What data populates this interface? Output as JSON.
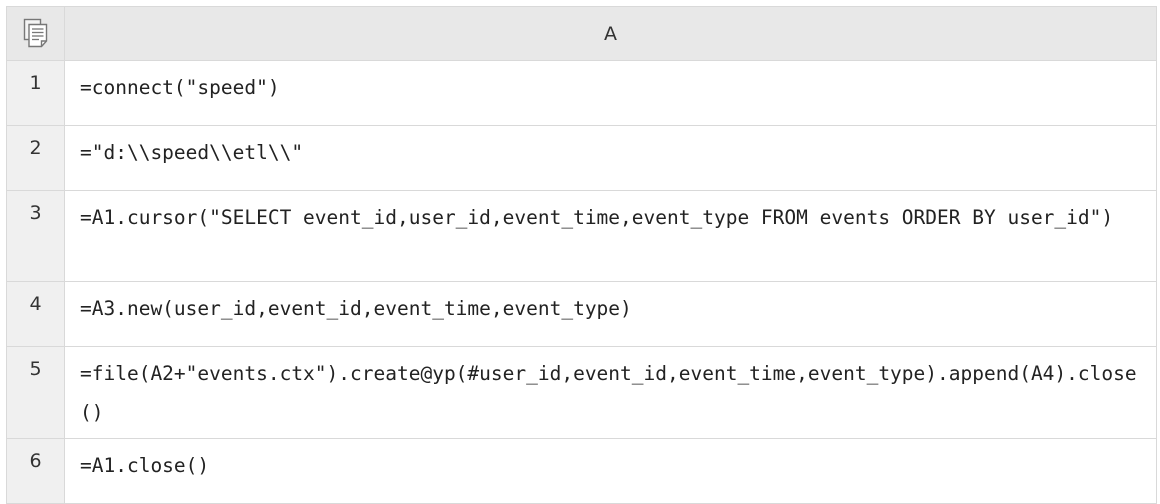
{
  "corner": {
    "icon": "document-copy-icon"
  },
  "columns": [
    {
      "label": "A"
    }
  ],
  "rows": [
    {
      "num": "1",
      "code": "=connect(\"speed\")"
    },
    {
      "num": "2",
      "code": "=\"d:\\\\speed\\\\etl\\\\\""
    },
    {
      "num": "3",
      "code": "=A1.cursor(\"SELECT event_id,user_id,event_time,event_type FROM events ORDER BY user_id\")"
    },
    {
      "num": "4",
      "code": "=A3.new(user_id,event_id,event_time,event_type)"
    },
    {
      "num": "5",
      "code": "=file(A2+\"events.ctx\").create@yp(#user_id,event_id,event_time,event_type).append(A4).close()"
    },
    {
      "num": "6",
      "code": "=A1.close()"
    }
  ]
}
